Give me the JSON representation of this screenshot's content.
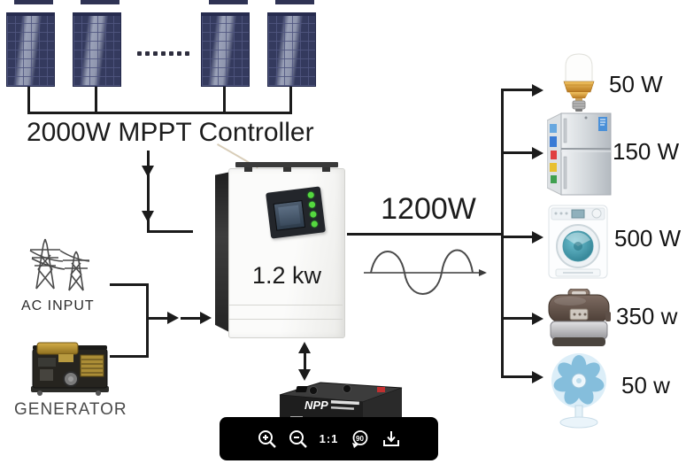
{
  "diagram": {
    "controller_label": "2000W MPPT Controller",
    "inverter_label": "1.2 kw",
    "output_label": "1200W",
    "ac_input_label": "AC INPUT",
    "generator_label": "GENERATOR",
    "battery_brand": "NPP",
    "loads": [
      {
        "name": "led-bulb",
        "power": "50 W"
      },
      {
        "name": "refrigerator",
        "power": "150 W"
      },
      {
        "name": "washing-machine",
        "power": "500 W"
      },
      {
        "name": "rice-cooker",
        "power": "350 w"
      },
      {
        "name": "fan",
        "power": "50 w"
      }
    ]
  },
  "viewer": {
    "toolbar": {
      "actual_size_label": "1:1",
      "rotate_label": "90"
    }
  },
  "colors": {
    "panel_navy": "#343a5e",
    "line_black": "#1b1b1b",
    "led_green": "#55d83f",
    "bulb_gold": "#d89a34",
    "washer_teal": "#3f9cae",
    "cooker_brown": "#6e5c52",
    "fan_blue": "#7cb9da",
    "toolbar_bg": "#000000"
  }
}
